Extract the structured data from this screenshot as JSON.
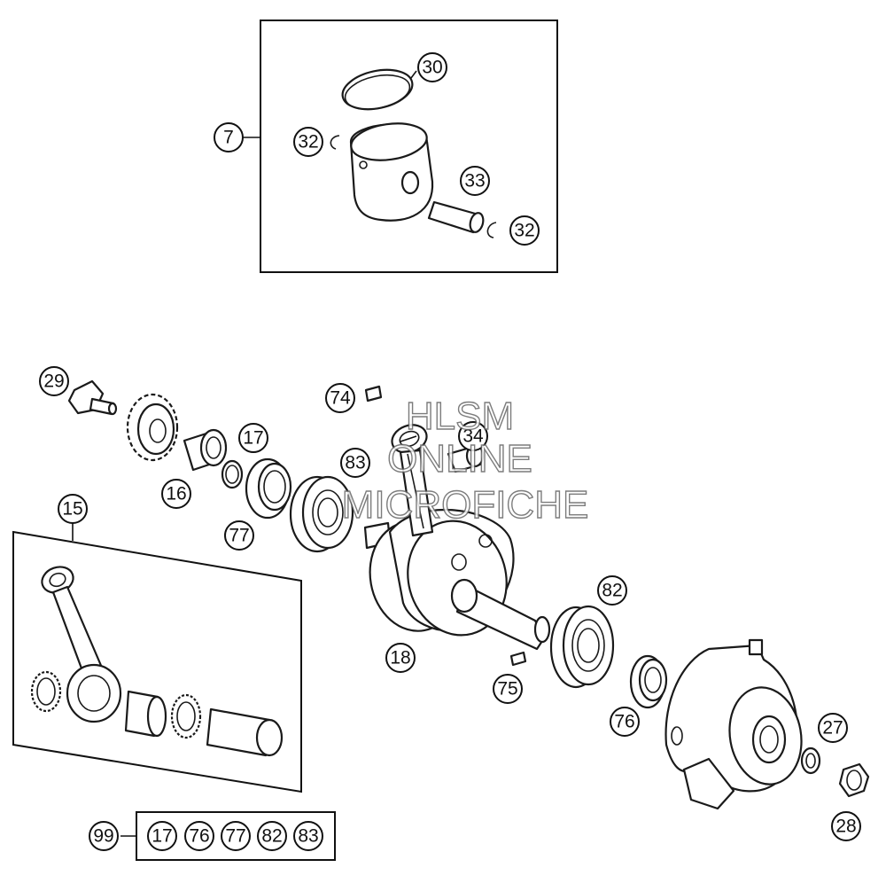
{
  "callouts": {
    "c7": "7",
    "c30": "30",
    "c32a": "32",
    "c33": "33",
    "c32b": "32",
    "c29": "29",
    "c74": "74",
    "c34": "34",
    "c17": "17",
    "c83": "83",
    "c16": "16",
    "c77": "77",
    "c15": "15",
    "c82": "82",
    "c18": "18",
    "c75": "75",
    "c76": "76",
    "c27": "27",
    "c28": "28",
    "c99": "99"
  },
  "kit_99_items": [
    "17",
    "76",
    "77",
    "82",
    "83"
  ],
  "watermark": {
    "line1": "HLSM",
    "line2": "ONLINE",
    "line3": "MICROFICHE"
  }
}
